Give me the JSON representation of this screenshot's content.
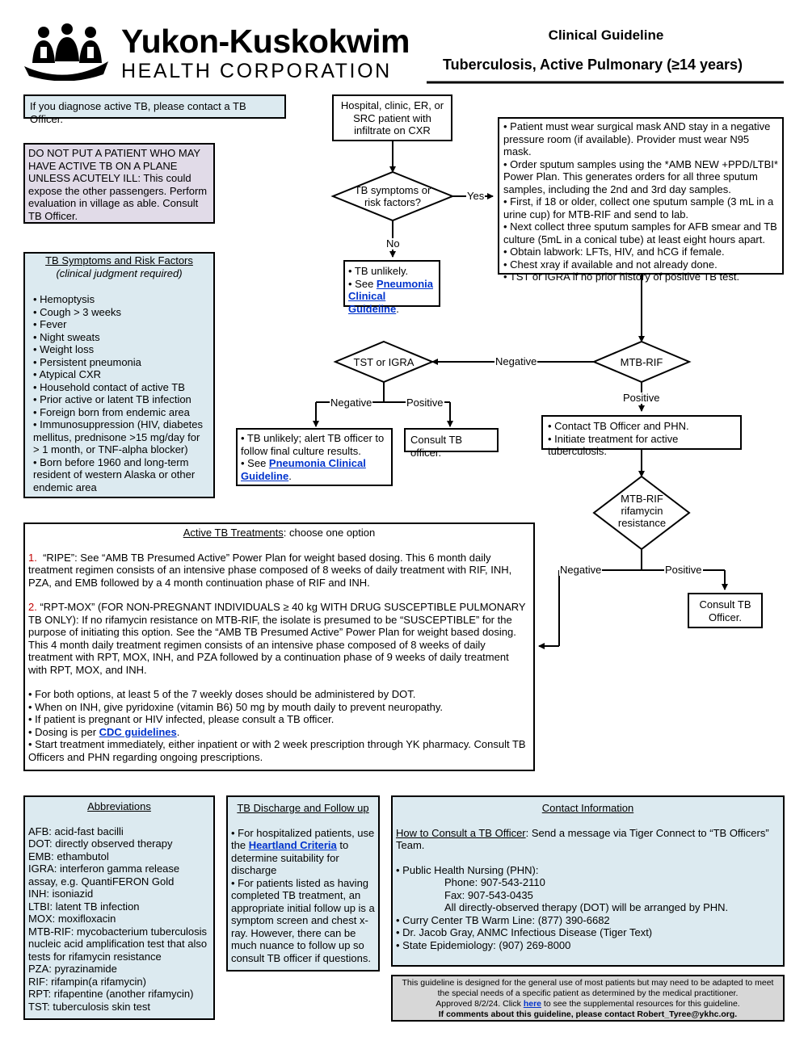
{
  "header": {
    "org_line1": "Yukon-Kuskokwim",
    "org_line2": "HEALTH CORPORATION",
    "doc_type": "Clinical Guideline",
    "title": "Tuberculosis, Active Pulmonary (≥14 years)"
  },
  "notices": {
    "contact": "If you diagnose active TB, please contact a TB Officer.",
    "plane": "DO NOT PUT A PATIENT WHO MAY HAVE ACTIVE TB ON A PLANE UNLESS ACUTELY ILL: This could expose the other passengers. Perform evaluation in village as able. Consult TB Officer."
  },
  "symptoms": {
    "title": "TB Symptoms and Risk Factors",
    "subtitle": "(clinical judgment required)",
    "items": [
      "• Hemoptysis",
      "• Cough > 3 weeks",
      "• Fever",
      "• Night sweats",
      "• Weight loss",
      "• Persistent pneumonia",
      "• Atypical CXR",
      "• Household contact of active TB",
      "• Prior active or latent TB infection",
      "• Foreign born from endemic area",
      "• Immunosuppression (HIV, diabetes mellitus, prednisone >15 mg/day for > 1 month, or TNF-alpha blocker)",
      "• Born before 1960 and long-term resident of western Alaska or other endemic area"
    ]
  },
  "flow": {
    "start": "Hospital, clinic, ER, or SRC patient with infiltrate on CXR",
    "q_symptoms": "TB symptoms or risk factors?",
    "yes": "Yes",
    "no": "No",
    "unlikely_1": "• TB unlikely.",
    "see": "• See ",
    "pneumonia_link": "Pneumonia Clinical Guideline",
    "period": ".",
    "orders": [
      "• Patient must wear surgical mask AND stay in a negative pressure room (if available). Provider must wear N95 mask.",
      "• Order sputum samples using the *AMB NEW +PPD/LTBI* Power Plan. This generates orders for all three sputum samples, including the 2nd and 3rd day samples.",
      "• First, if 18 or older, collect one sputum sample (3 mL in a urine cup) for MTB-RIF and send to lab.",
      "• Next collect three sputum samples for AFB smear and TB culture (5mL in a conical tube) at least eight hours apart.",
      "• Obtain labwork: LFTs, HIV, and hCG if female.",
      "• Chest xray if available and not already done.",
      "• TST or IGRA if no prior history of positive TB test."
    ],
    "mtb_rif": "MTB-RIF",
    "negative": "Negative",
    "positive": "Positive",
    "tst_igra": "TST or IGRA",
    "tst_neg_text": "• TB unlikely; alert TB officer to follow final culture results.",
    "consult_officer": "Consult TB officer.",
    "contact_phn": "• Contact TB Officer and PHN.",
    "initiate": "• Initiate treatment for active tuberculosis.",
    "mtb_rif_resistance": "MTB-RIF rifamycin resistance",
    "consult_officer2": "Consult TB Officer."
  },
  "treatments": {
    "title": "Active TB Treatments",
    "title_suffix": ": choose one option",
    "opt1_num": "1.",
    "opt1": "“RIPE”: See “AMB TB Presumed Active” Power Plan for weight based dosing. This 6 month daily treatment regimen consists of an intensive phase composed of 8 weeks of daily treatment with RIF, INH, PZA, and EMB followed by a 4 month continuation phase of RIF and INH.",
    "opt2_num": "2.",
    "opt2": "“RPT-MOX” (FOR NON-PREGNANT INDIVIDUALS ≥ 40 kg WITH DRUG SUSCEPTIBLE PULMONARY TB ONLY): If no rifamycin resistance on MTB-RIF, the isolate is presumed to be “SUSCEPTIBLE” for the purpose of initiating this option. See the “AMB TB Presumed Active” Power Plan for weight based dosing. This 4 month daily treatment regimen consists of an intensive phase composed of 8 weeks of daily treatment with RPT, MOX, INH, and PZA followed by a continuation phase of 9 weeks of daily treatment with RPT, MOX, and INH.",
    "b1": "• For both options, at least 5 of the 7 weekly doses should be administered by DOT.",
    "b2": "• When on INH, give pyridoxine (vitamin B6) 50 mg by mouth daily to prevent neuropathy.",
    "b3": "• If patient is pregnant or HIV infected, please consult a TB officer.",
    "b4_pre": "• Dosing is per ",
    "b4_link": "CDC guidelines",
    "b4_post": ".",
    "b5": "• Start treatment immediately, either inpatient or with 2 week prescription through YK pharmacy. Consult TB Officers and PHN regarding ongoing prescriptions."
  },
  "abbreviations": {
    "title": "Abbreviations",
    "items": [
      "AFB: acid-fast bacilli",
      "DOT: directly observed therapy",
      "EMB: ethambutol",
      "IGRA: interferon gamma release assay, e.g. QuantiFERON Gold",
      "INH: isoniazid",
      "LTBI: latent TB infection",
      "MOX: moxifloxacin",
      "MTB-RIF: mycobacterium tuberculosis nucleic acid amplification test that also tests for rifamycin resistance",
      "PZA: pyrazinamide",
      "RIF: rifampin(a rifamycin)",
      "RPT: rifapentine (another rifamycin)",
      "TST: tuberculosis skin test"
    ]
  },
  "discharge": {
    "title": "TB Discharge and Follow up",
    "p1_pre": "• For hospitalized patients, use the ",
    "p1_link": "Heartland Criteria",
    "p1_post": " to determine suitability for discharge",
    "p2": "• For patients listed as having completed TB treatment, an appropriate initial follow up is a symptom screen and chest x-ray. However, there can be much nuance to follow up so consult TB officer if questions."
  },
  "contact": {
    "title": "Contact Information",
    "how_label": "How to Consult a TB Officer",
    "how_text": ": Send a message via Tiger Connect to “TB Officers” Team.",
    "phn": "• Public Health Nursing (PHN):",
    "phone": "Phone: 907-543-2110",
    "fax": "Fax: 907-543-0435",
    "dot": "All directly-observed therapy (DOT) will be arranged by PHN.",
    "curry": "• Curry Center TB Warm Line: (877) 390-6682",
    "gray": "• Dr. Jacob Gray, ANMC Infectious Disease (Tiger Text)",
    "epi": "• State Epidemiology: (907) 269-8000"
  },
  "footer": {
    "line1": "This guideline is designed for the general use of most patients but may need to be adapted to meet the special needs of a specific patient as determined by the medical practitioner.",
    "line2_pre": "Approved 8/2/24. Click ",
    "line2_link": "here",
    "line2_post": " to see the supplemental resources for this guideline.",
    "line3": "If comments about this guideline, please contact Robert_Tyree@ykhc.org."
  },
  "colors": {
    "blue_fill": "#dceaf0",
    "purple_fill": "#e1dbe8",
    "grey_fill": "#d7d7d7",
    "link": "#0033cc",
    "red": "#c00000"
  }
}
